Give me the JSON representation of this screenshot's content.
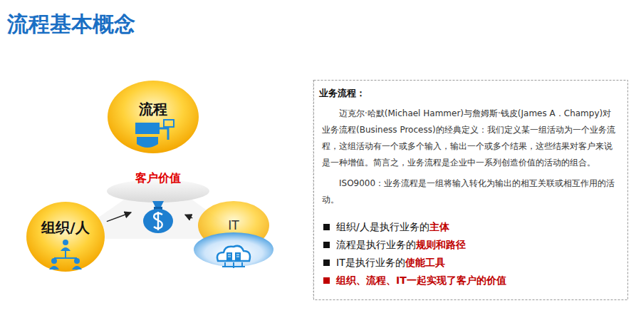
{
  "diagram": {
    "title": "流程基本概念",
    "nodes": [
      {
        "text": [
          "流程"
        ]
      },
      {
        "text": [
          "客户价值"
        ]
      },
      {
        "text": [
          "组织/人"
        ]
      },
      {
        "text": [
          "IT"
        ]
      },
      {
        "text": [
          "业务流程：",
          "迈克尔·哈默(Michael Hammer)与詹姆斯·钱皮(James A．Champy)对业务流程(Business Process)的经典定义：我们定义某一组活动为一个业务流程，这组活动有一个或多个输入，输出一个或多个结果，这些结果对客户来说是一种增值。简言之，业务流程是企业中一系列创造价值的活动的组合。",
          "ISO9000：业务流程是一组将输入转化为输出的相互关联或相互作用的活动。",
          "组织/人是执行业务的",
          "主体",
          "流程是执行业务的",
          "规则和路径",
          "IT是执行业务的",
          "使能工具",
          "组织、流程、IT一起实现了客户的价值"
        ]
      }
    ],
    "edges": [
      {
        "from": 2,
        "to": 1,
        "arrow": "to"
      },
      {
        "from": 3,
        "to": 1,
        "arrow": "to"
      }
    ]
  }
}
